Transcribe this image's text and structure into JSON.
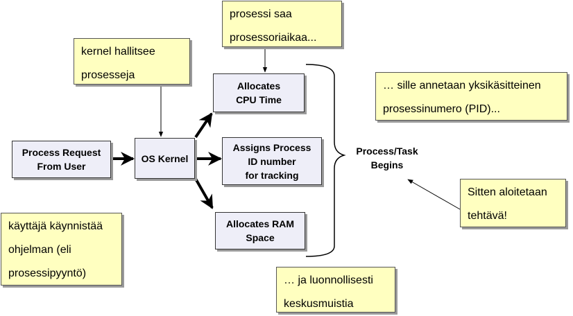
{
  "boxes": {
    "process_request": "Process Request\nFrom User",
    "os_kernel": "OS Kernel",
    "allocates_cpu": "Allocates\nCPU Time",
    "assigns_pid": "Assigns Process\nID number\nfor tracking",
    "allocates_ram": "Allocates RAM\nSpace"
  },
  "result_label": "Process/Task\nBegins",
  "notes": {
    "kernel": "kernel hallitsee\nprosesseja",
    "cpu": "prosessi saa\nprosessoriaikaa...",
    "pid": "… sille annetaan yksikäsitteinen\nprosessinumero (PID)...",
    "start": "Sitten aloitetaan\ntehtävä!",
    "user": "käyttäjä käynnistää\nohjelman (eli\nprosessipyyntö)",
    "ram": "… ja luonnollisesti\nkeskusmuistia"
  }
}
